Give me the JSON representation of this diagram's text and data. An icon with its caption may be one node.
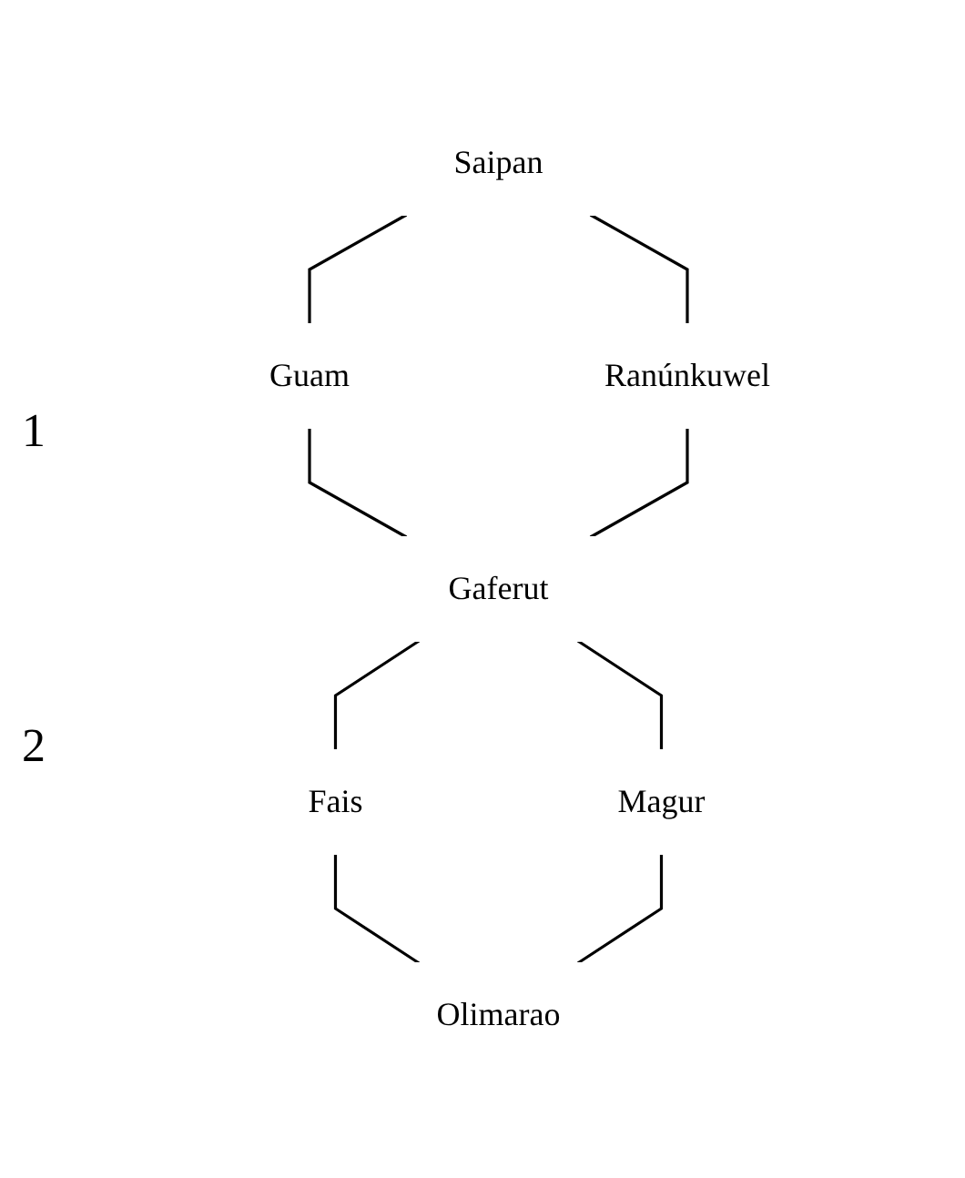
{
  "diagram": {
    "nodes": [
      {
        "text": [
          "Saipan"
        ]
      },
      {
        "text": [
          "Guam"
        ]
      },
      {
        "text": [
          "Ranúnkuwel"
        ]
      },
      {
        "text": [
          "Gaferut"
        ]
      },
      {
        "text": [
          "Fais"
        ]
      },
      {
        "text": [
          "Magur"
        ]
      },
      {
        "text": [
          "Olimarao"
        ]
      }
    ],
    "edges": [
      {
        "from": 0,
        "to": 1,
        "arrow": "none"
      },
      {
        "from": 0,
        "to": 2,
        "arrow": "none"
      },
      {
        "from": 1,
        "to": 3,
        "arrow": "none"
      },
      {
        "from": 2,
        "to": 3,
        "arrow": "none"
      },
      {
        "from": 3,
        "to": 4,
        "arrow": "none"
      },
      {
        "from": 3,
        "to": 5,
        "arrow": "none"
      },
      {
        "from": 4,
        "to": 6,
        "arrow": "none"
      },
      {
        "from": 5,
        "to": 6,
        "arrow": "none"
      }
    ],
    "labels": [
      "1",
      "2"
    ]
  }
}
